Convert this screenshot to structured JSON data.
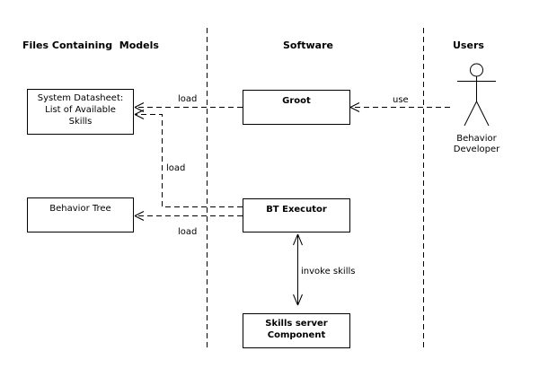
{
  "lanes": {
    "files": {
      "label": "Files Containing  Models"
    },
    "software": {
      "label": "Software"
    },
    "users": {
      "label": "Users"
    }
  },
  "nodes": {
    "system_datasheet": {
      "lines": [
        "System Datasheet:",
        "List of Available",
        "Skills"
      ]
    },
    "behavior_tree": {
      "label": "Behavior Tree"
    },
    "groot": {
      "label": "Groot"
    },
    "bt_executor": {
      "label": "BT Executor"
    },
    "skills_server_component": {
      "lines": [
        "Skills server",
        "Component"
      ]
    }
  },
  "actor": {
    "name_lines": [
      "Behavior",
      "Developer"
    ]
  },
  "edges": {
    "use": {
      "label": "use"
    },
    "groot_load_datasheet": {
      "label": "load"
    },
    "btexecutor_load_datasheet": {
      "label": "load"
    },
    "btexecutor_load_behavior_tree": {
      "label": "load"
    },
    "invoke_skills": {
      "label": "invoke skills"
    }
  },
  "colors": {
    "stroke": "#000000",
    "background": "#ffffff"
  }
}
